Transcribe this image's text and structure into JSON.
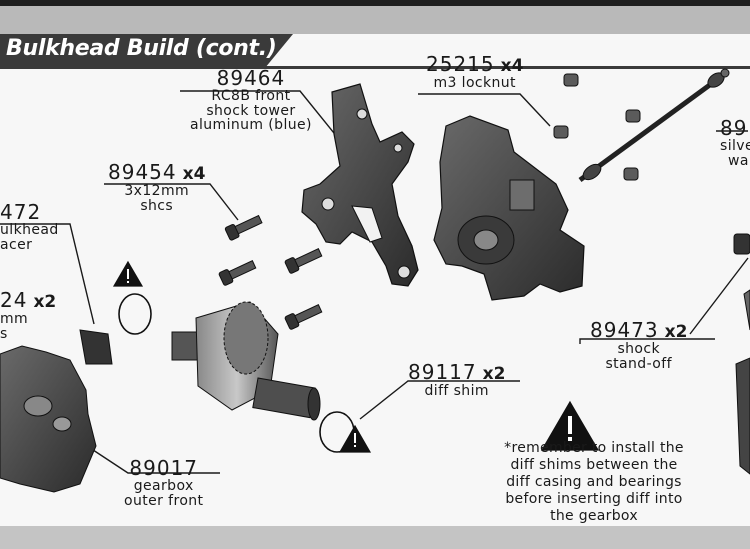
{
  "header": {
    "title": "Bulkhead Build (cont.)"
  },
  "callouts": {
    "shock_tower": {
      "part": "89464",
      "desc_lines": [
        "RC8B front",
        "shock tower",
        "aluminum (blue)"
      ]
    },
    "locknut": {
      "part": "25215",
      "qty": "x4",
      "desc": "m3 locknut"
    },
    "screw": {
      "part": "89454",
      "qty": "x4",
      "desc_lines": [
        "3x12mm",
        "shcs"
      ]
    },
    "spacer": {
      "part": "472",
      "desc_lines": [
        "ulkhead",
        "acer"
      ]
    },
    "spacer2": {
      "part": "24",
      "qty": "x2",
      "desc_lines": [
        "mm",
        "s"
      ]
    },
    "shock_standoff": {
      "part": "89473",
      "qty": "x2",
      "desc_lines": [
        "shock",
        "stand-off"
      ]
    },
    "diff_shim": {
      "part": "89117",
      "qty": "x2",
      "desc": "diff shim"
    },
    "gearbox": {
      "part": "89017",
      "desc_lines": [
        "gearbox",
        "outer front"
      ]
    },
    "right_edge": {
      "part": "89",
      "desc_lines": [
        "silve",
        "wa"
      ]
    }
  },
  "warning": {
    "note_lines": [
      "*remember to install the",
      "diff shims between the",
      "diff casing and bearings",
      "before inserting diff into",
      "the gearbox"
    ]
  }
}
